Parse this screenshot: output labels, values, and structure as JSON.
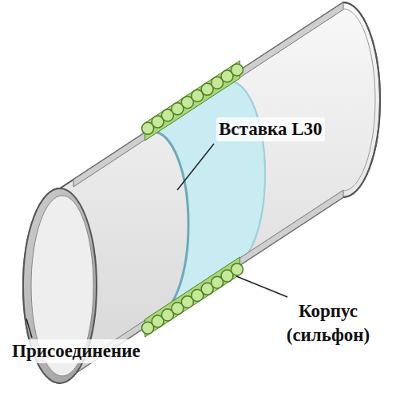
{
  "diagram": {
    "labels": [
      "Вставка L30",
      "Корпус (сильфон)",
      "Присоединение"
    ]
  }
}
